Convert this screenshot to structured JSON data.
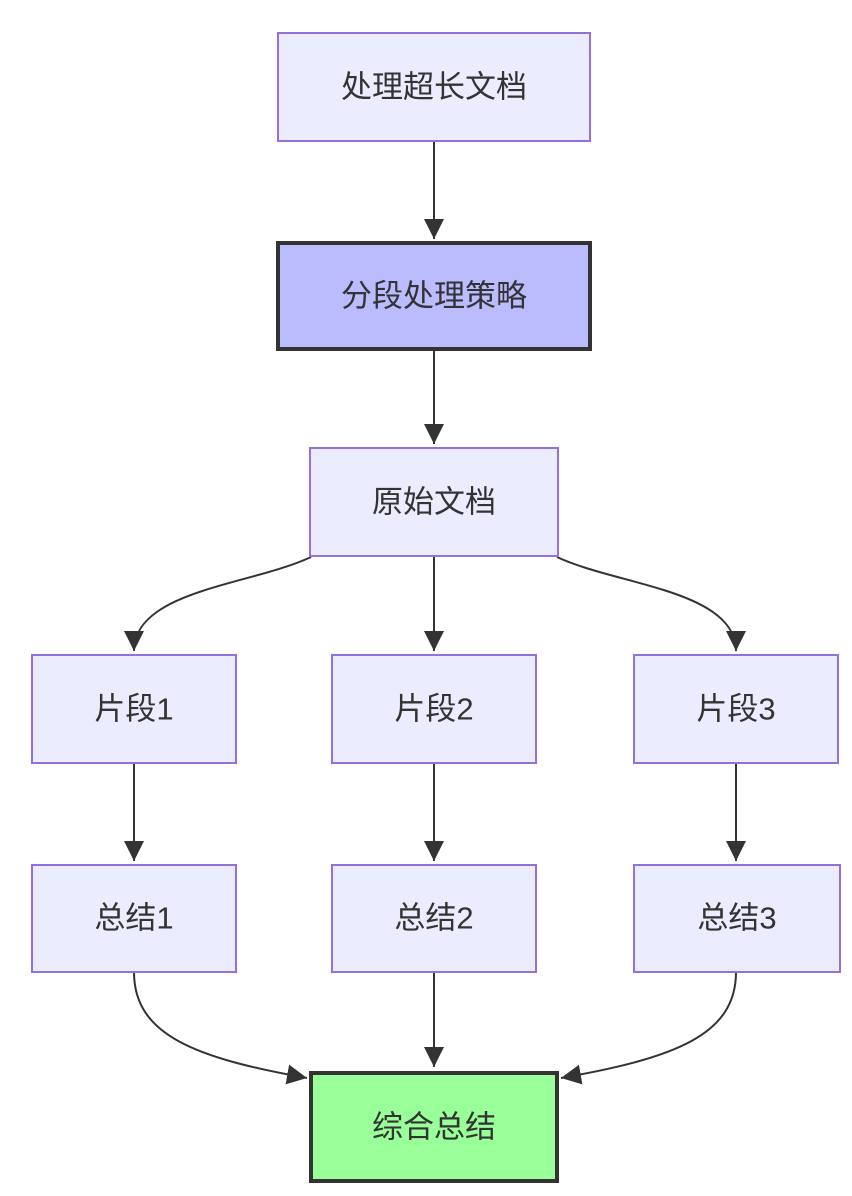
{
  "diagram": {
    "type": "flowchart",
    "direction": "top-down",
    "nodes": [
      {
        "id": "A",
        "label": "处理超长文档",
        "style": "default"
      },
      {
        "id": "B",
        "label": "分段处理策略",
        "style": "strategy-highlight"
      },
      {
        "id": "C",
        "label": "原始文档",
        "style": "default"
      },
      {
        "id": "D",
        "label": "片段1",
        "style": "default"
      },
      {
        "id": "E",
        "label": "片段2",
        "style": "default"
      },
      {
        "id": "F",
        "label": "片段3",
        "style": "default"
      },
      {
        "id": "G",
        "label": "总结1",
        "style": "default"
      },
      {
        "id": "H",
        "label": "总结2",
        "style": "default"
      },
      {
        "id": "I",
        "label": "总结3",
        "style": "default"
      },
      {
        "id": "J",
        "label": "综合总结",
        "style": "result-highlight"
      }
    ],
    "edges": [
      {
        "from": "A",
        "to": "B"
      },
      {
        "from": "B",
        "to": "C"
      },
      {
        "from": "C",
        "to": "D"
      },
      {
        "from": "C",
        "to": "E"
      },
      {
        "from": "C",
        "to": "F"
      },
      {
        "from": "D",
        "to": "G"
      },
      {
        "from": "E",
        "to": "H"
      },
      {
        "from": "F",
        "to": "I"
      },
      {
        "from": "G",
        "to": "J"
      },
      {
        "from": "H",
        "to": "J"
      },
      {
        "from": "I",
        "to": "J"
      }
    ]
  },
  "colors": {
    "background": "#ffffff",
    "node_fill": "#ECECFF",
    "node_stroke": "#9370DB",
    "strategy_fill": "#BBBBFF",
    "result_fill": "#99FF99",
    "bold_stroke": "#333333",
    "edge": "#333333",
    "text": "#333333"
  }
}
